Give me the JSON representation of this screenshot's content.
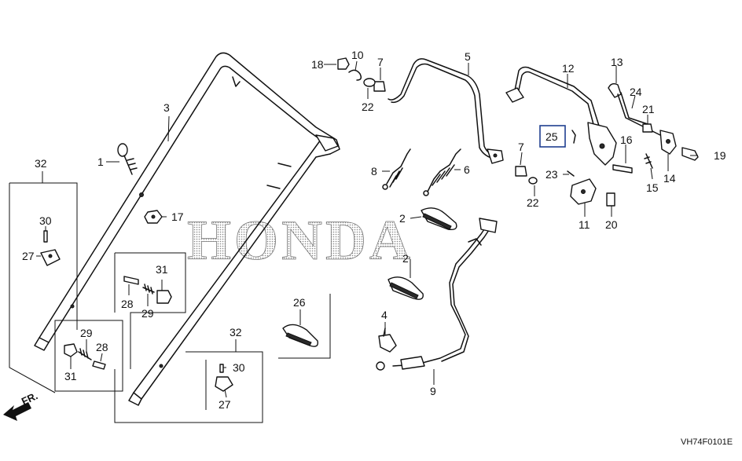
{
  "brand_watermark": "HONDA",
  "drawing_code": "VH74F0101E",
  "front_marker": "FR.",
  "callouts": {
    "c1": "1",
    "c2a": "2",
    "c2b": "2",
    "c3": "3",
    "c4": "4",
    "c5": "5",
    "c6": "6",
    "c7a": "7",
    "c7b": "7",
    "c8": "8",
    "c9": "9",
    "c10": "10",
    "c11": "11",
    "c12": "12",
    "c13": "13",
    "c14": "14",
    "c15": "15",
    "c16": "16",
    "c17": "17",
    "c18": "18",
    "c19": "19",
    "c20": "20",
    "c21": "21",
    "c22a": "22",
    "c22b": "22",
    "c23": "23",
    "c24": "24",
    "c25": "25",
    "c26": "26",
    "c27a": "27",
    "c27b": "27",
    "c28a": "28",
    "c28b": "28",
    "c29a": "29",
    "c29b": "29",
    "c30a": "30",
    "c30b": "30",
    "c31a": "31",
    "c31b": "31",
    "c32a": "32",
    "c32b": "32"
  },
  "colors": {
    "line": "#111111",
    "highlight_box": "#1f3f8f",
    "watermark": "#777777"
  }
}
